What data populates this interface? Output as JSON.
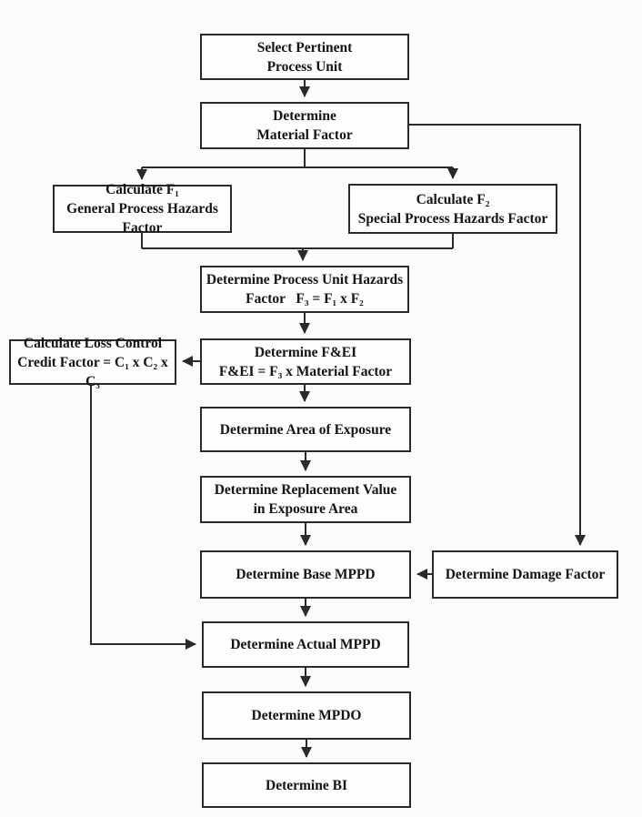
{
  "colors": {
    "background": "#fbfbf9",
    "ink": "#2a2a2a",
    "text": "#141414",
    "box_fill": "#fdfdfc"
  },
  "nodes": {
    "select_unit": {
      "line1": "Select Pertinent",
      "line2": "Process Unit"
    },
    "material_factor": {
      "line1": "Determine",
      "line2": "Material Factor"
    },
    "calc_f1": {
      "line1": "Calculate F₁",
      "line2": "General Process Hazards Factor"
    },
    "calc_f2": {
      "line1": "Calculate F₂",
      "line2": "Special Process Hazards Factor"
    },
    "unit_hazards": {
      "line1": "Determine Process Unit Hazards",
      "line2": "Factor   F₃ = F₁ x F₂"
    },
    "loss_control": {
      "line1": "Calculate Loss Control",
      "line2": "Credit Factor = C₁ x C₂ x C₃"
    },
    "fei": {
      "line1": "Determine F&EI",
      "line2": "F&EI = F₃ x Material Factor"
    },
    "area_exposure": {
      "line1": "Determine Area of Exposure"
    },
    "replacement": {
      "line1": "Determine Replacement Value",
      "line2": "in Exposure Area"
    },
    "base_mppd": {
      "line1": "Determine Base MPPD"
    },
    "damage_factor": {
      "line1": "Determine Damage Factor"
    },
    "actual_mppd": {
      "line1": "Determine Actual MPPD"
    },
    "mpdo": {
      "line1": "Determine MPDO"
    },
    "bi": {
      "line1": "Determine BI"
    }
  },
  "edges": [
    {
      "from": "select_unit",
      "to": "material_factor"
    },
    {
      "from": "material_factor",
      "to": "calc_f1"
    },
    {
      "from": "material_factor",
      "to": "calc_f2"
    },
    {
      "from": "calc_f1",
      "to": "unit_hazards"
    },
    {
      "from": "calc_f2",
      "to": "unit_hazards"
    },
    {
      "from": "unit_hazards",
      "to": "fei"
    },
    {
      "from": "fei",
      "to": "loss_control"
    },
    {
      "from": "fei",
      "to": "area_exposure"
    },
    {
      "from": "area_exposure",
      "to": "replacement"
    },
    {
      "from": "replacement",
      "to": "base_mppd"
    },
    {
      "from": "material_factor",
      "to": "damage_factor"
    },
    {
      "from": "damage_factor",
      "to": "base_mppd"
    },
    {
      "from": "base_mppd",
      "to": "actual_mppd"
    },
    {
      "from": "loss_control",
      "to": "actual_mppd"
    },
    {
      "from": "actual_mppd",
      "to": "mpdo"
    },
    {
      "from": "mpdo",
      "to": "bi"
    }
  ]
}
